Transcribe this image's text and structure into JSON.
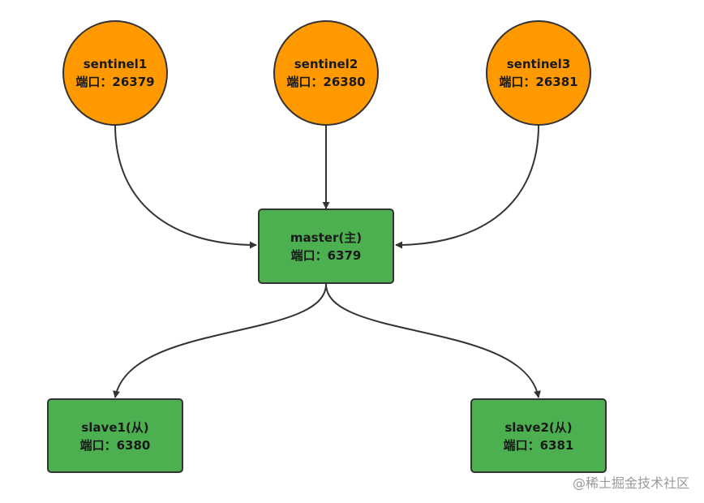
{
  "colors": {
    "sentinel_fill": "#ff9900",
    "master_fill": "#4caf50",
    "slave_fill": "#4caf50",
    "stroke": "#333333",
    "edge": "#333333"
  },
  "sentinels": [
    {
      "name": "sentinel1",
      "port": "端口：26379"
    },
    {
      "name": "sentinel2",
      "port": "端口：26380"
    },
    {
      "name": "sentinel3",
      "port": "端口：26381"
    }
  ],
  "master": {
    "name": "master(主)",
    "port": "端口：6379"
  },
  "slaves": [
    {
      "name": "slave1(从)",
      "port": "端口：6380"
    },
    {
      "name": "slave2(从)",
      "port": "端口：6381"
    }
  ],
  "edges": [
    {
      "from": "sentinel1",
      "to": "master"
    },
    {
      "from": "sentinel2",
      "to": "master"
    },
    {
      "from": "sentinel3",
      "to": "master"
    },
    {
      "from": "master",
      "to": "slave1"
    },
    {
      "from": "master",
      "to": "slave2"
    }
  ],
  "watermark": "@稀土掘金技术社区"
}
